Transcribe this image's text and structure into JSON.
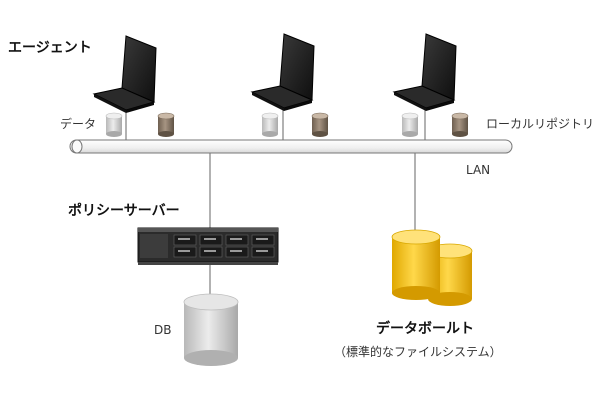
{
  "labels": {
    "agent": "エージェント",
    "data": "データ",
    "local_repository": "ローカルリポジトリ",
    "lan": "LAN",
    "policy_server": "ポリシーサーバー",
    "db": "DB",
    "data_vault": "データボールト",
    "data_vault_note": "（標準的なファイルシステム）"
  },
  "icons": {
    "laptop": "laptop-icon",
    "data_cylinder": "data-cylinder-icon",
    "repository_cylinder": "local-repository-cylinder-icon",
    "server": "rack-server-icon",
    "db": "database-icon",
    "vault": "data-vault-icon"
  },
  "colors": {
    "data_cylinder": "#d9d9d9",
    "repository_cylinder": "#8a7a6a",
    "vault": "#f3c000",
    "db": "#d4d4d4",
    "lan_bus": "#f4f4f4",
    "laptop": "#1c1c1c"
  }
}
